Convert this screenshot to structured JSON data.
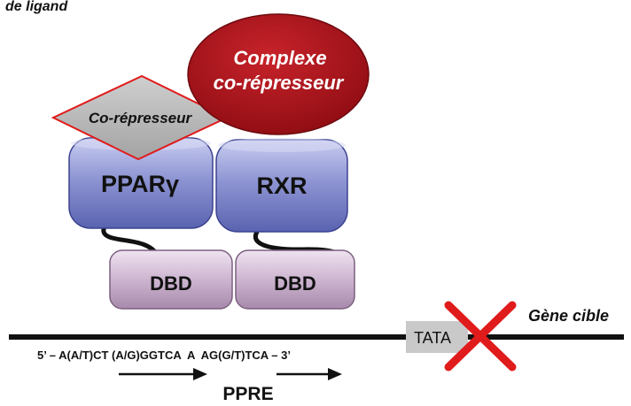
{
  "header_partial": "de ligand",
  "complex": {
    "line1": "Complexe",
    "line2": "co-répresseur",
    "fill": "#b3131a"
  },
  "corepressor": {
    "label": "Co-répresseur",
    "fill": "#b8b8b8",
    "border": "#e01b1b"
  },
  "receptors": {
    "ppar": {
      "label": "PPARγ"
    },
    "rxr": {
      "label": "RXR"
    },
    "fill_top": "#b7bde6",
    "fill_bottom": "#6069b8"
  },
  "dbd": {
    "left": "DBD",
    "right": "DBD",
    "fill_top": "#e6d5e8",
    "fill_bottom": "#b79cbb"
  },
  "dna": {
    "sequence": "5’ – A(A/T)CT (A/G)GGTCA  A  AG(G/T)TCA – 3’",
    "element": "PPRE",
    "tata": "TATA",
    "gene": "Gène cible",
    "cross_color": "#e01b1b"
  }
}
